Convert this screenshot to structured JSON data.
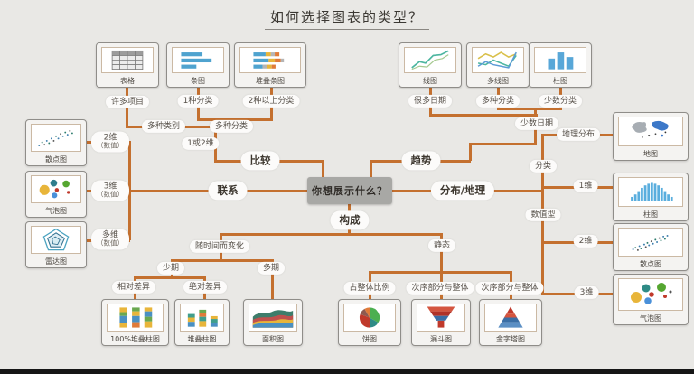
{
  "title": "如何选择图表的类型？",
  "center": {
    "question": "你想展示什么？"
  },
  "decisions": {
    "compare": "比较",
    "trend": "趋势",
    "relation": "联系",
    "distribution": "分布/地理",
    "composition": "构成"
  },
  "pills": {
    "many_items": "许多项目",
    "one_category": "1种分类",
    "two_plus_categories": "2种以上分类",
    "multi_class": "多种类别",
    "multi_category": "多种分类",
    "one_or_two_dim": "1或2维",
    "many_dates": "很多日期",
    "multi_category_trend": "多种分类",
    "few_categories": "少数分类",
    "few_dates": "少数日期",
    "geo_distribution": "地理分布",
    "categorical": "分类",
    "numeric": "数值型",
    "dim1": "1维",
    "dim2": "2维",
    "dim3": "3维",
    "dim2_value": {
      "main": "2维",
      "sub": "（数值）"
    },
    "dim3_value": {
      "main": "3维",
      "sub": "（数值）"
    },
    "multi_dim_value": {
      "main": "多维",
      "sub": "（数值）"
    },
    "over_time": "随时间而变化",
    "few_periods": "少期",
    "many_periods": "多期",
    "relative_diff": "相对差异",
    "absolute_diff": "绝对差异",
    "static": "静态",
    "share_of_whole": "占整体比例",
    "ordered_part_whole_a": "次序部分与整体",
    "ordered_part_whole_b": "次序部分与整体"
  },
  "charts": {
    "table": "表格",
    "bar": "条图",
    "stacked_bar": "堆叠条图",
    "line": "线图",
    "multi_line": "多线图",
    "column": "柱图",
    "map": "地图",
    "histogram": "柱图",
    "scatter_r": "散点图",
    "bubble_r": "气泡图",
    "scatter_l": "散点图",
    "bubble_l": "气泡图",
    "radar": "雷达图",
    "stacked_100": "100%堆叠柱图",
    "stacked_column": "堆叠柱图",
    "area": "面积图",
    "pie": "饼图",
    "funnel": "漏斗图",
    "pyramid": "金字塔图"
  },
  "colors": {
    "background": "#e9e8e5",
    "connector": "#c4702f",
    "center_box": "#a8a8a5",
    "node_fill": "#f4f3f1",
    "blue": "#58a7d8",
    "teal": "#3f9e8c",
    "yellow": "#e8b53a",
    "orange": "#e07b39",
    "red": "#c0392b",
    "green": "#6aa84f"
  },
  "icons": [
    "table-icon",
    "hbar-chart-icon",
    "stacked-hbar-icon",
    "line-chart-icon",
    "multi-line-icon",
    "column-chart-icon",
    "world-map-icon",
    "histogram-icon",
    "scatter-icon",
    "bubble-icon",
    "radar-icon",
    "stacked-100-column-icon",
    "stacked-column-icon",
    "area-chart-icon",
    "pie-chart-icon",
    "funnel-icon",
    "pyramid-icon"
  ]
}
